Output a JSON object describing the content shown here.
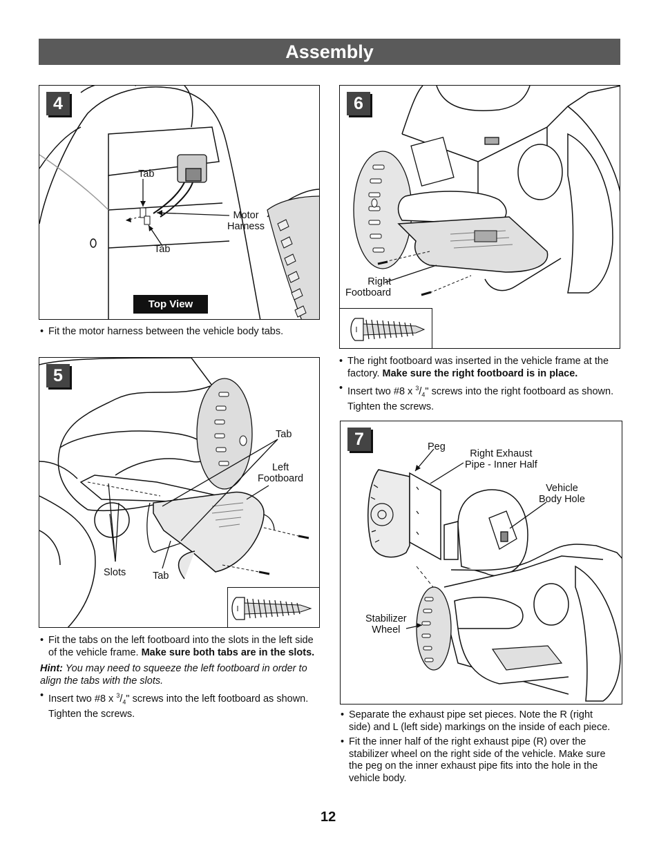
{
  "header": {
    "title": "Assembly"
  },
  "step4": {
    "number": "4",
    "labels": {
      "tab_top": "Tab",
      "tab_bottom": "Tab",
      "motor_harness": "Motor\nHarness",
      "top_view": "Top View"
    },
    "instruction": "Fit the motor harness between the vehicle body tabs."
  },
  "step5": {
    "number": "5",
    "labels": {
      "tab_top": "Tab",
      "left_footboard": "Left\nFootboard",
      "slots": "Slots",
      "tab_bottom": "Tab"
    },
    "bullet1_pre": "Fit the tabs on the left footboard into the slots in the left side of the vehicle frame. ",
    "bullet1_bold": "Make sure both tabs are in the slots.",
    "hint_label": "Hint:",
    "hint_text": " You may need to squeeze the left footboard in order to align the tabs with the slots.",
    "bullet2_pre": "Insert two #8 x ",
    "bullet2_num": "3",
    "bullet2_den": "4",
    "bullet2_post": "\" screws into the left footboard as shown. Tighten the screws."
  },
  "step6": {
    "number": "6",
    "labels": {
      "right_footboard": "Right\nFootboard"
    },
    "bullet1_pre": "The right footboard was inserted in the vehicle frame at the factory. ",
    "bullet1_bold": "Make sure the right footboard is in place.",
    "bullet2_pre": "Insert two #8 x ",
    "bullet2_num": "3",
    "bullet2_den": "4",
    "bullet2_post": "\" screws into the right footboard as shown. Tighten the screws."
  },
  "step7": {
    "number": "7",
    "labels": {
      "peg": "Peg",
      "exhaust": "Right Exhaust\nPipe - Inner Half",
      "body_hole": "Vehicle\nBody Hole",
      "stabilizer": "Stabilizer\nWheel"
    },
    "bullet1": "Separate the exhaust pipe set pieces. Note the R (right side) and L (left side) markings on the inside of each piece.",
    "bullet2": "Fit the inner half of the right exhaust pipe (R) over the stabilizer wheel on the right side of the vehicle. Make sure the peg on the inner exhaust pipe fits into the hole in the vehicle body."
  },
  "page_number": "12"
}
